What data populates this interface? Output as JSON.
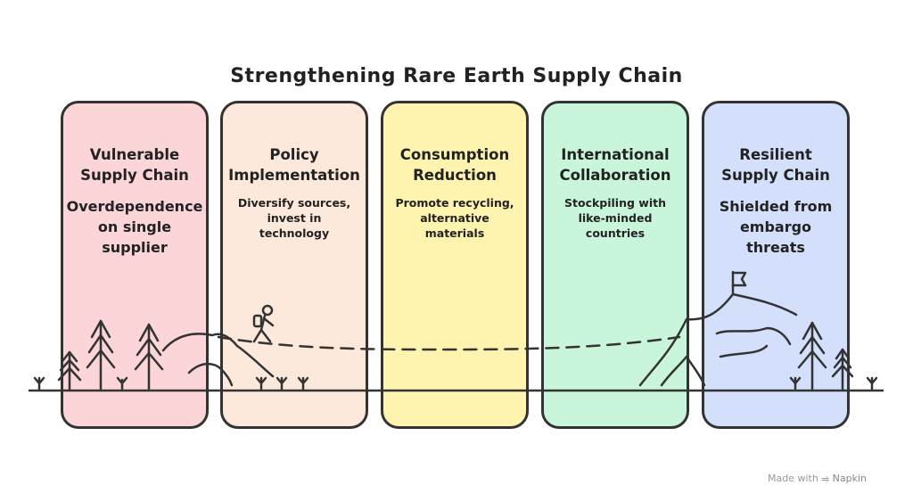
{
  "title": "Strengthening Rare Earth Supply Chain",
  "stages": [
    {
      "heading_line1": "Vulnerable",
      "heading_line2": "Supply Chain",
      "description_lines": [
        "Overdependence",
        "on single",
        "supplier"
      ],
      "color": "#fbd5d8"
    },
    {
      "heading_line1": "Policy",
      "heading_line2": "Implementation",
      "description_lines": [
        "Diversify sources,",
        "invest in",
        "technology"
      ],
      "color": "#fde8dc"
    },
    {
      "heading_line1": "Consumption",
      "heading_line2": "Reduction",
      "description_lines": [
        "Promote recycling,",
        "alternative",
        "materials"
      ],
      "color": "#fff3b0"
    },
    {
      "heading_line1": "International",
      "heading_line2": "Collaboration",
      "description_lines": [
        "Stockpiling with",
        "like-minded",
        "countries"
      ],
      "color": "#c9f5db"
    },
    {
      "heading_line1": "Resilient",
      "heading_line2": "Supply Chain",
      "description_lines": [
        "Shielded from",
        "embargo",
        "threats"
      ],
      "color": "#d4e0fb"
    }
  ],
  "footer": {
    "made_with": "Made with",
    "brand": "Napkin",
    "brand_icon": "napkin-logo-icon"
  }
}
